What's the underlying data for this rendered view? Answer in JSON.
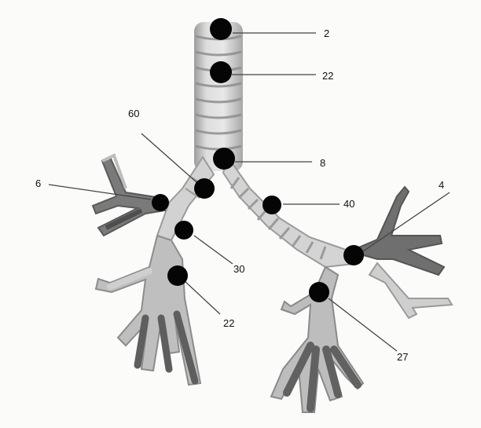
{
  "diagram": {
    "subject": "bronchial tree",
    "colors": {
      "background": "#fbfbf9",
      "airway_light": "#d4d4d4",
      "airway_ring": "#9a9a9a",
      "airway_dark": "#5e5e5e",
      "marker": "#050505",
      "leader": "#444444"
    },
    "markers": [
      {
        "id": "m-2",
        "label": "2"
      },
      {
        "id": "m-22-top",
        "label": "22"
      },
      {
        "id": "m-60",
        "label": "60"
      },
      {
        "id": "m-8",
        "label": "8"
      },
      {
        "id": "m-6",
        "label": "6"
      },
      {
        "id": "m-40",
        "label": "40"
      },
      {
        "id": "m-4",
        "label": "4"
      },
      {
        "id": "m-30",
        "label": "30"
      },
      {
        "id": "m-22-left",
        "label": "22"
      },
      {
        "id": "m-27",
        "label": "27"
      }
    ]
  }
}
